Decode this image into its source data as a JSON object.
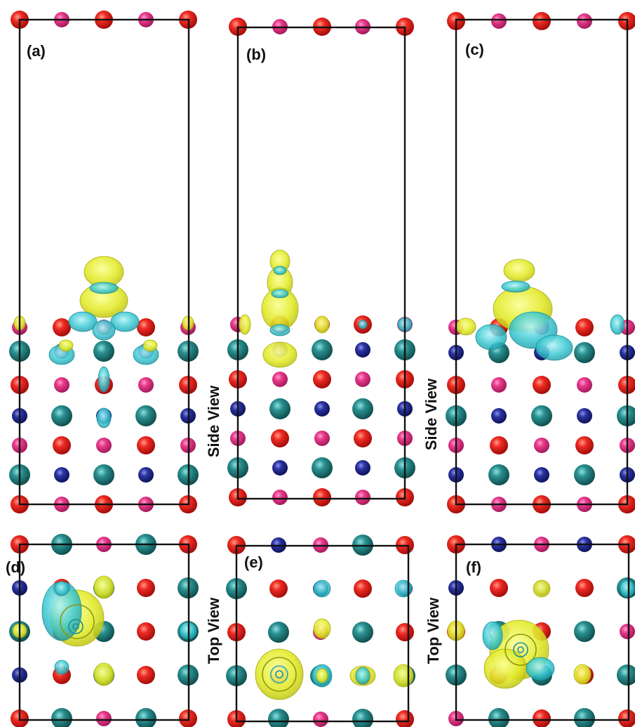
{
  "figure": {
    "panel_labels": {
      "a": "(a)",
      "b": "(b)",
      "c": "(c)",
      "d": "(d)",
      "e": "(e)",
      "f": "(f)"
    },
    "view_labels": {
      "side_1": "Side View",
      "side_2": "Side View",
      "top_1": "Top View",
      "top_2": "Top View"
    },
    "colors": {
      "oxygen_red": "#e01818",
      "magenta_atom": "#e0337f",
      "teal_atom": "#1e8080",
      "navy_atom": "#232a8c",
      "isosurface_yellow": "#e6ec2a",
      "isosurface_cyan": "#33c8d2",
      "cell_outline": "#111111"
    }
  }
}
